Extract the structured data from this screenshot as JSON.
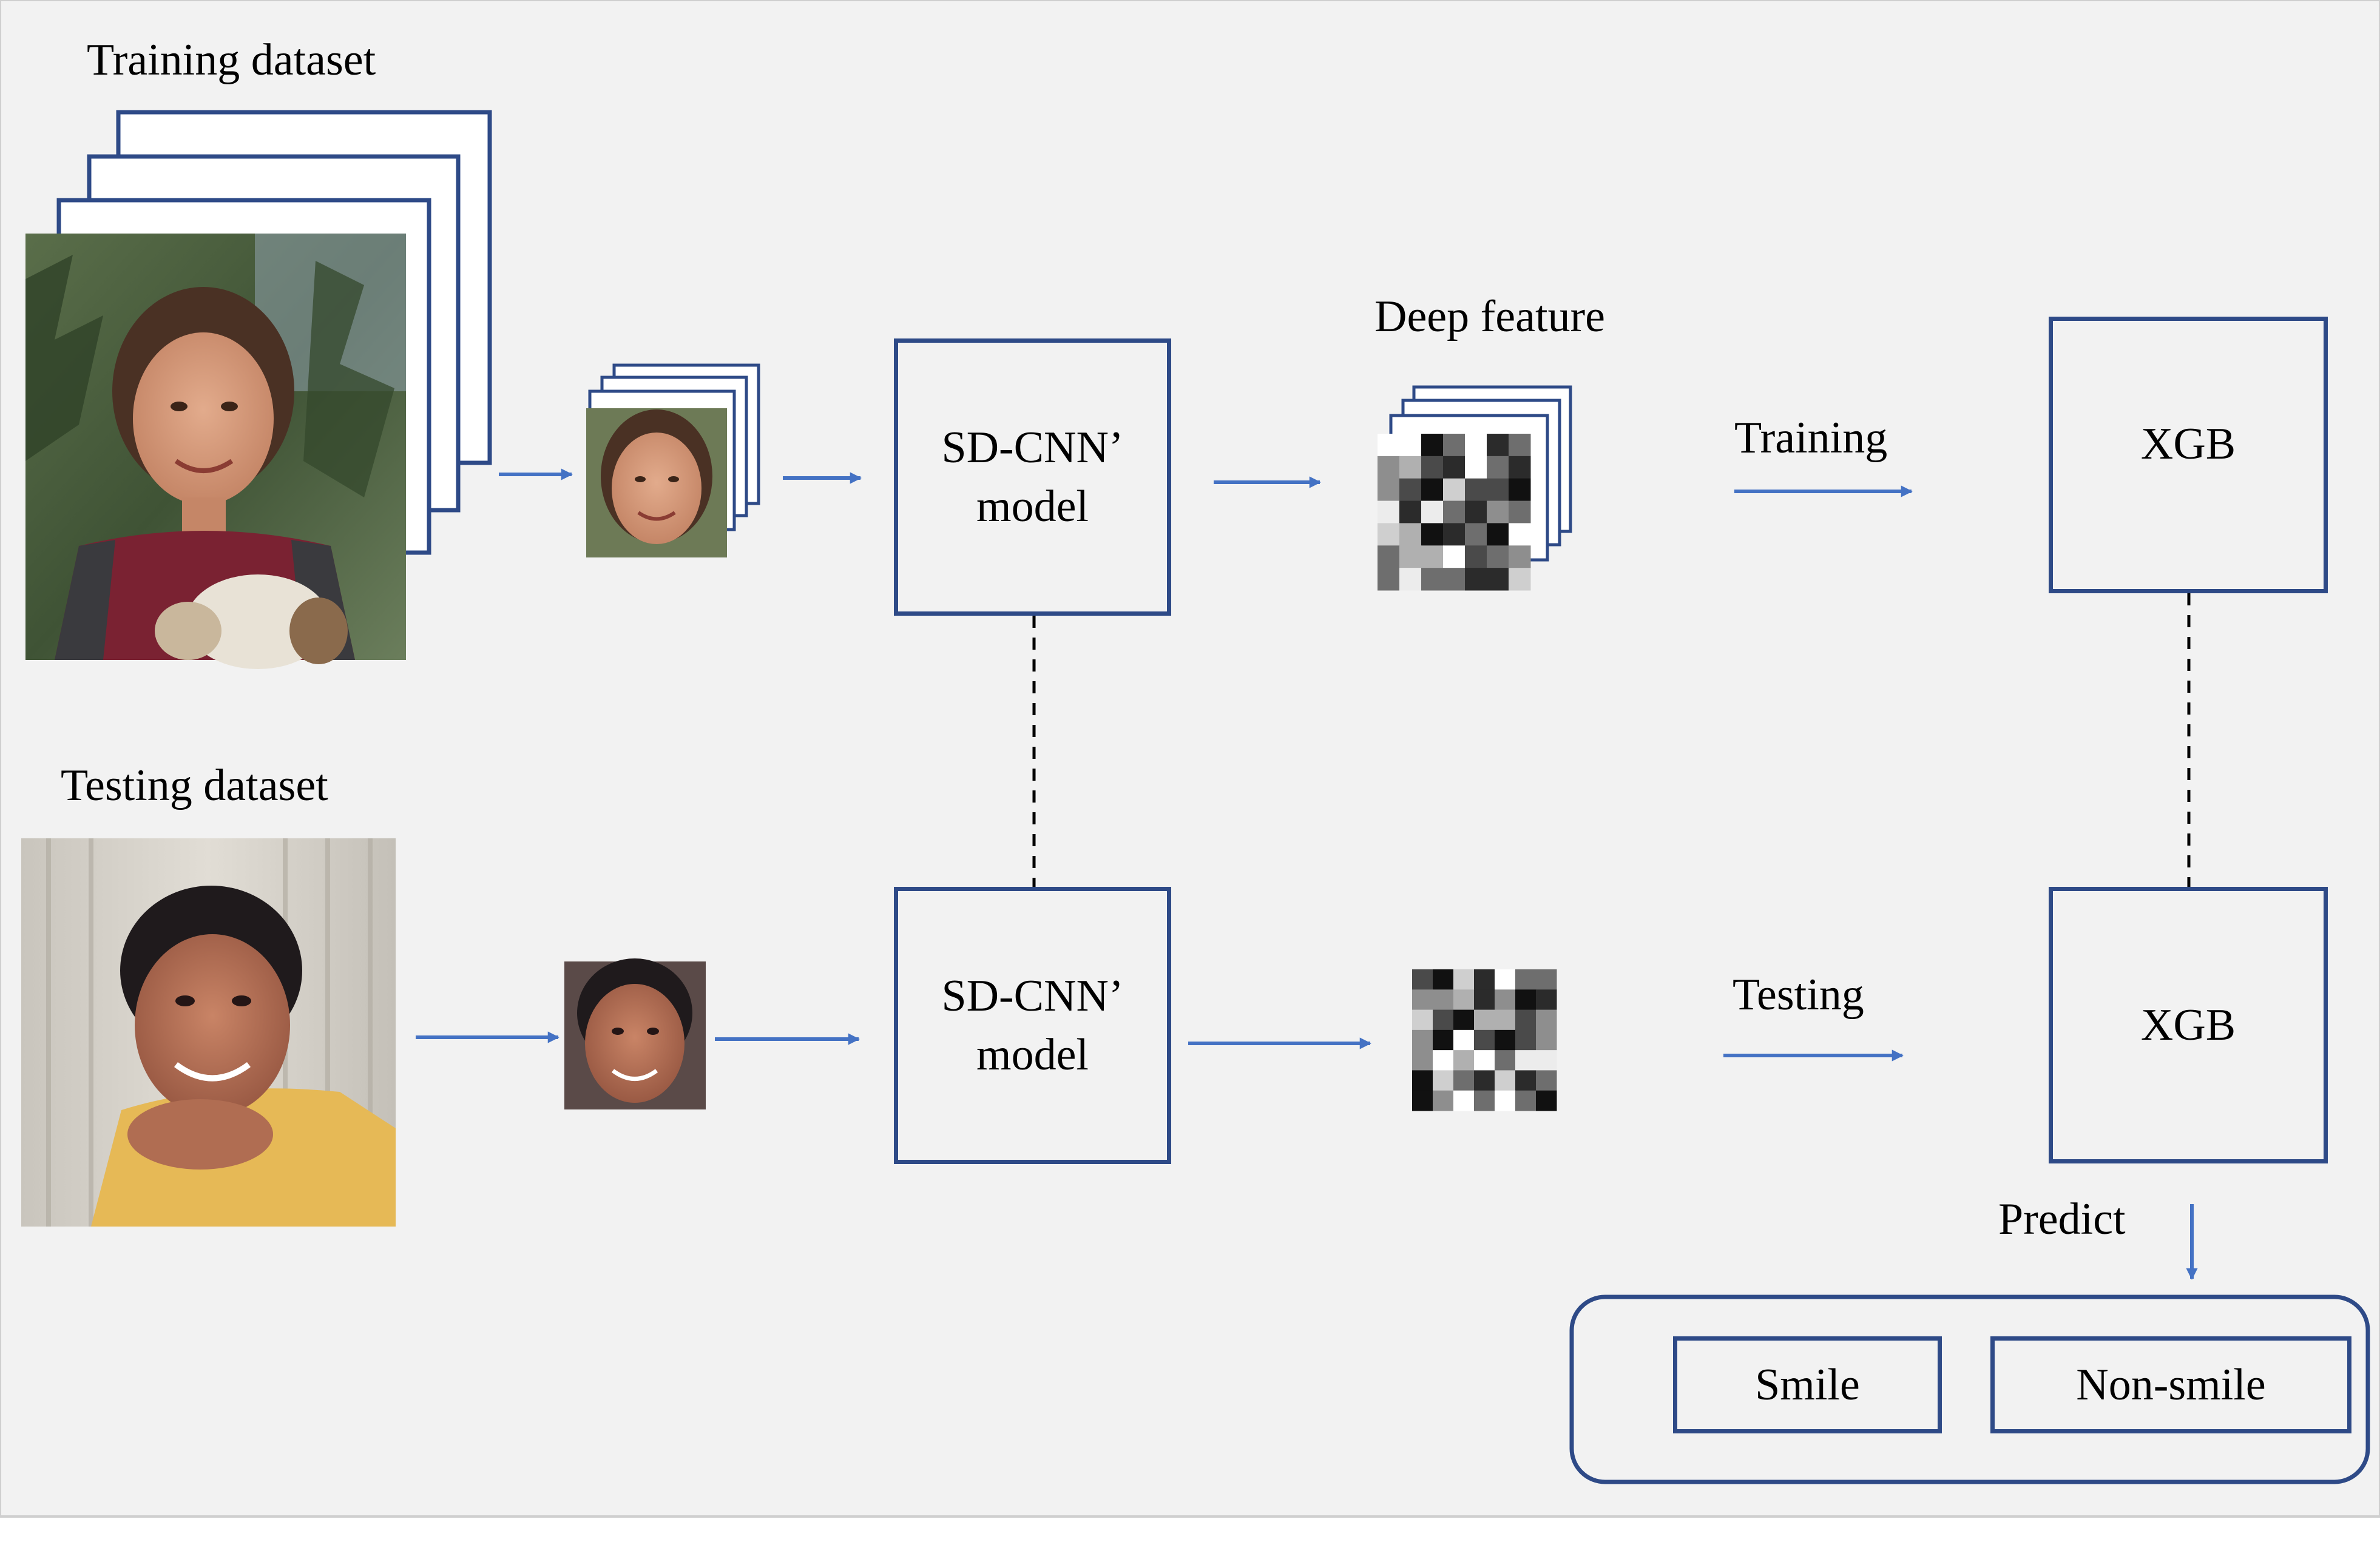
{
  "diagram": {
    "training_label": "Training dataset",
    "testing_label": "Testing dataset",
    "deep_feature_label": "Deep feature",
    "model_top": {
      "line1": "SD-CNN’",
      "line2": "model"
    },
    "model_bottom": {
      "line1": "SD-CNN’",
      "line2": "model"
    },
    "training_arrow_label": "Training",
    "testing_arrow_label": "Testing",
    "xgb_top": "XGB",
    "xgb_bottom": "XGB",
    "predict_label": "Predict",
    "outputs": {
      "smile": "Smile",
      "non_smile": "Non-smile"
    }
  },
  "colors": {
    "background": "#f2f2f2",
    "box_border": "#2e4a87",
    "arrow": "#4472c4",
    "dashed": "#000000"
  },
  "icons": [
    "woman-photo",
    "woman-face-crop",
    "man-photo",
    "man-face-crop",
    "feature-map"
  ]
}
